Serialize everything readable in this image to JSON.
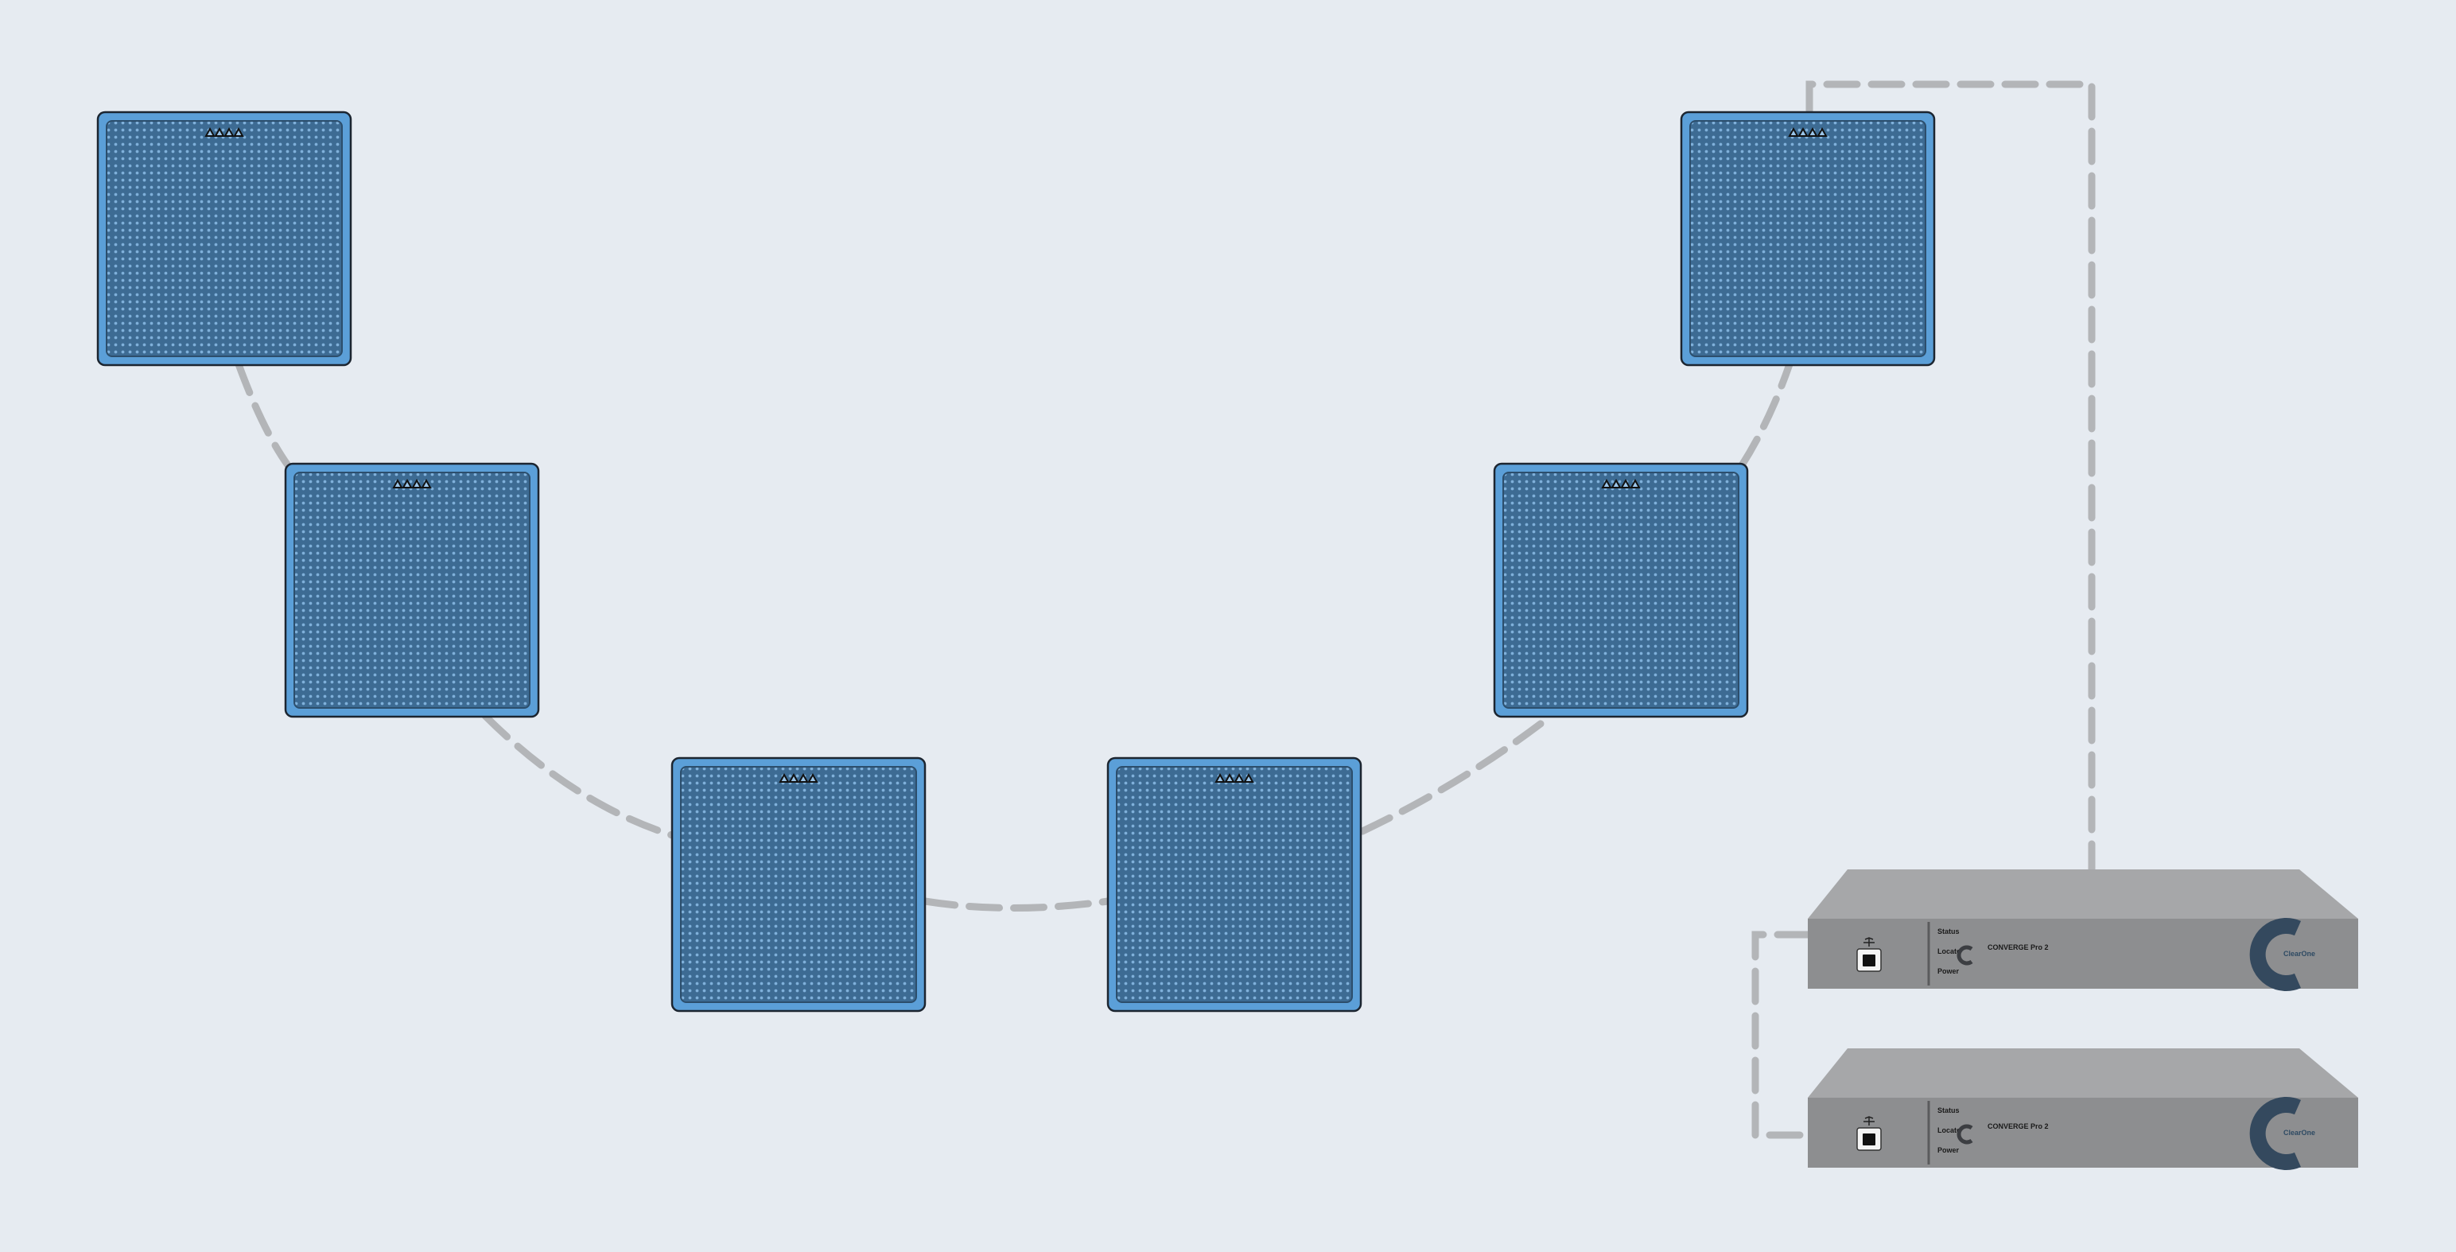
{
  "diagram": {
    "background_color": "#e6ebf1",
    "ceiling_mic_color": "#5b9fd8",
    "ceiling_mic_grille_color": "#3d6b93",
    "cable_color": "#b3b5b8",
    "dsp_face_color": "#8d8e90",
    "dsp_top_color": "#a6a7a9",
    "dsp_logo_color": "#34495e"
  },
  "ceiling_mics": [
    {
      "name": "ceiling-mic-1",
      "icon": "ceiling-array-mic-icon"
    },
    {
      "name": "ceiling-mic-2",
      "icon": "ceiling-array-mic-icon"
    },
    {
      "name": "ceiling-mic-3",
      "icon": "ceiling-array-mic-icon"
    },
    {
      "name": "ceiling-mic-4",
      "icon": "ceiling-array-mic-icon"
    },
    {
      "name": "ceiling-mic-5",
      "icon": "ceiling-array-mic-icon"
    },
    {
      "name": "ceiling-mic-6",
      "icon": "ceiling-array-mic-icon"
    }
  ],
  "dsp_units": [
    {
      "model": "CONVERGE Pro 2",
      "brand": "ClearOne",
      "indicators": [
        "Status",
        "Locate",
        "Power"
      ],
      "port_icon": "usb-port-icon"
    },
    {
      "model": "CONVERGE Pro 2",
      "brand": "ClearOne",
      "indicators": [
        "Status",
        "Locate",
        "Power"
      ],
      "port_icon": "usb-port-icon"
    }
  ]
}
